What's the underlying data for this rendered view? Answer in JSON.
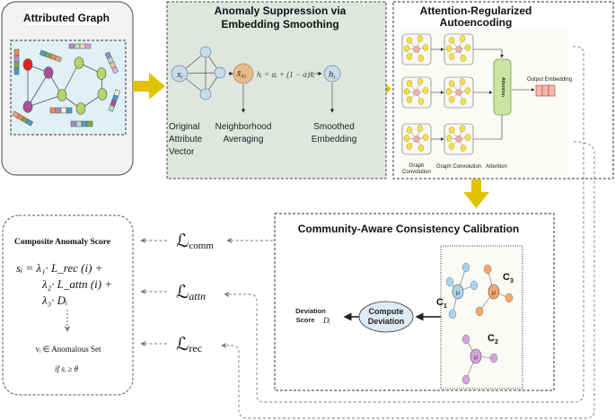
{
  "panels": {
    "attributed_graph": {
      "title": "Attributed Graph"
    },
    "smoothing": {
      "title_line1": "Anomaly Suppression via",
      "title_line2": "Embedding Smoothing",
      "node_x": "x",
      "node_x_sub": "i",
      "node_avg": "x̄",
      "node_avg_sub": "Ni",
      "node_h": "h",
      "node_h_sub": "i",
      "formula": "hᵢ = αᵢ + (1 − α)x̄ᵢ",
      "label_original": [
        "Original",
        "Attribute",
        "Vector"
      ],
      "label_neighborhood": [
        "Neighborhood",
        "Averaging"
      ],
      "label_smoothed": [
        "Smoothed",
        "Embedding"
      ]
    },
    "autoencoding": {
      "title_line1": "Attention-Regularized",
      "title_line2": "Autoencoding",
      "attention_block": "Attention",
      "output_label": "Output Embedding",
      "label_gc1": [
        "Graph",
        "Convolution"
      ],
      "label_gc2": "Graph Convolution",
      "label_attention": "Attention"
    },
    "community": {
      "title": "Community-Aware Consistency Calibration",
      "compute_line1": "Compute",
      "compute_line2": "Deviation",
      "deviation_line1": "Deviation",
      "deviation_line2": "Score",
      "deviation_symbol": "Dᵢ",
      "centroid": "μ",
      "clusters": [
        {
          "label": "C",
          "sub": "1",
          "color": "#a9d4ef"
        },
        {
          "label": "C",
          "sub": "2",
          "color": "#d6a3df"
        },
        {
          "label": "C",
          "sub": "3",
          "color": "#f6a86a"
        }
      ]
    },
    "composite": {
      "title": "Composite Anomaly Score",
      "line1": "sᵢ = λ₁· L_rec (i) +",
      "line2": "λ₂· L_attn (i) +",
      "line3": "λ₃· Dᵢ",
      "membership": "vᵢ ∈  Anomalous Set",
      "condition": "if sᵢ ≥ θ"
    }
  },
  "losses": {
    "comm": {
      "symbol": "ℒ",
      "sub": "comm"
    },
    "attn": {
      "symbol": "ℒ",
      "sub": "attn"
    },
    "rec": {
      "symbol": "ℒ",
      "sub": "rec"
    }
  },
  "colors": {
    "flow_arrow": "#e0c200",
    "panel_smoothing": "#dfe6e0",
    "graph_bg": "#dff0f7",
    "node_green": "#b5d56a",
    "node_purple": "#a9509a",
    "node_red": "#e02020",
    "node_yellow": "#f5e04a",
    "node_pink": "#f0b0a8",
    "attention": "#c8e6a0"
  }
}
